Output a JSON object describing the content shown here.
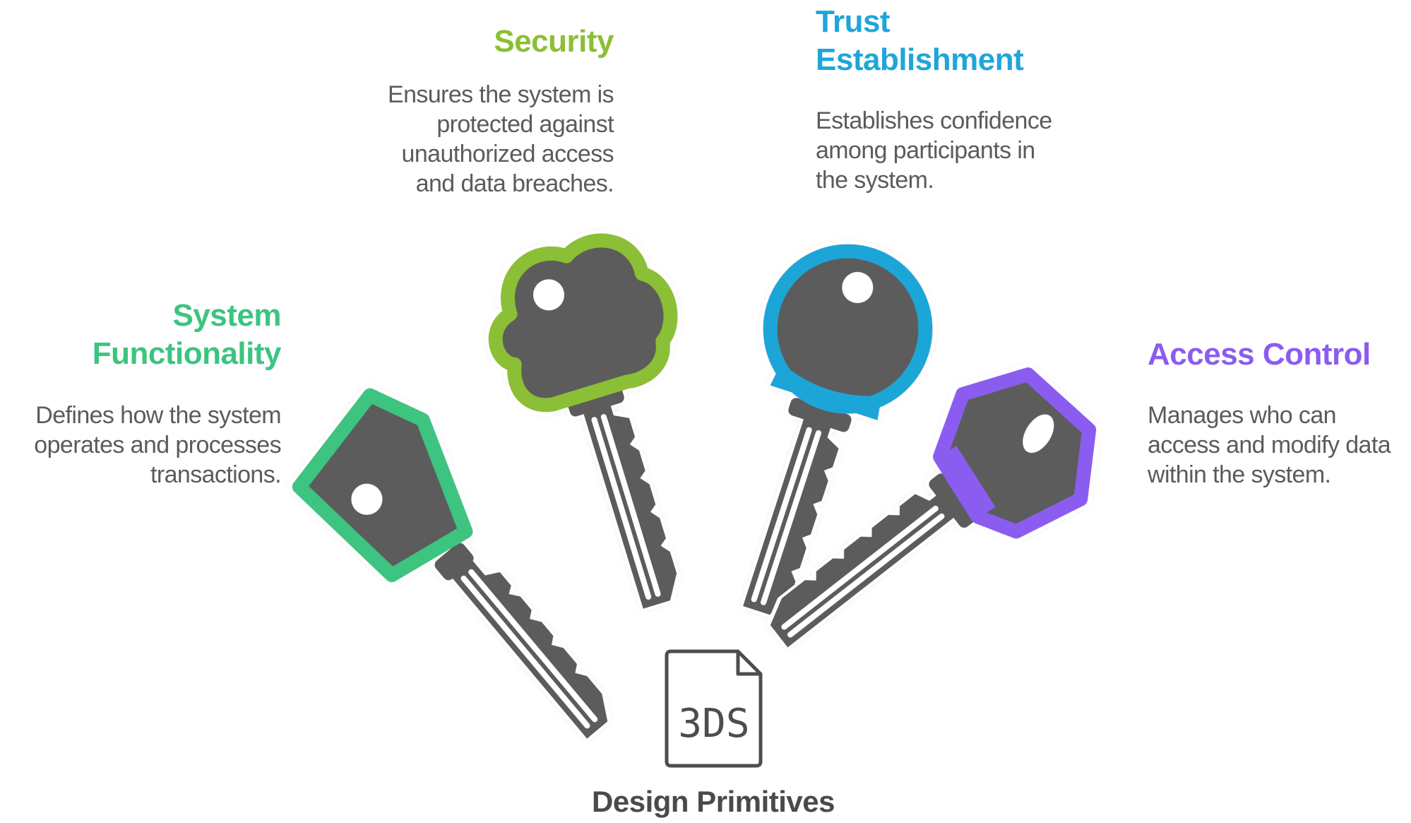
{
  "center": {
    "icon": "3ds-file-icon",
    "icon_text": "3DS",
    "title": "Design Primitives"
  },
  "items": [
    {
      "id": "system-functionality",
      "title_line1": "System",
      "title_line2": "Functionality",
      "description_lines": [
        "Defines how the system",
        "operates and processes",
        "transactions."
      ],
      "color": "#3cc480",
      "icon": "key-icon"
    },
    {
      "id": "security",
      "title_line1": "Security",
      "description_lines": [
        "Ensures the system is",
        "protected against",
        "unauthorized access",
        "and data breaches."
      ],
      "color": "#8bbf34",
      "icon": "key-icon"
    },
    {
      "id": "trust-establishment",
      "title_line1": "Trust",
      "title_line2": "Establishment",
      "description_lines": [
        "Establishes confidence",
        "among participants in",
        "the system."
      ],
      "color": "#1fa6d8",
      "icon": "key-icon"
    },
    {
      "id": "access-control",
      "title_line1": "Access Control",
      "description_lines": [
        "Manages who can",
        "access and modify data",
        "within the system."
      ],
      "color": "#8b5cf0",
      "icon": "key-icon"
    }
  ]
}
